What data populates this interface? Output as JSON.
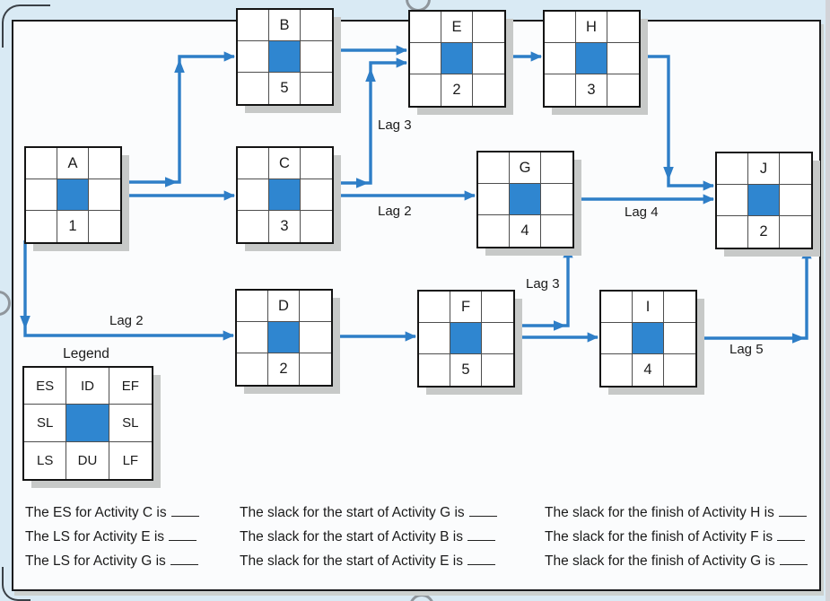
{
  "colors": {
    "page_bg": "#d9eaf4",
    "panel_bg": "#fbfcfd",
    "panel_border": "#1a1b1d",
    "node_center_blue": "#2f86d0",
    "arrow_blue": "#2e7ec7",
    "shadow_gray": "#c7c9c8"
  },
  "legend": {
    "title": "Legend",
    "cells": [
      "ES",
      "ID",
      "EF",
      "SL",
      "",
      "SL",
      "LS",
      "DU",
      "LF"
    ]
  },
  "nodes": [
    {
      "id": "A",
      "du": "1"
    },
    {
      "id": "B",
      "du": "5"
    },
    {
      "id": "C",
      "du": "3"
    },
    {
      "id": "D",
      "du": "2"
    },
    {
      "id": "E",
      "du": "2"
    },
    {
      "id": "F",
      "du": "5"
    },
    {
      "id": "G",
      "du": "4"
    },
    {
      "id": "H",
      "du": "3"
    },
    {
      "id": "I",
      "du": "4"
    },
    {
      "id": "J",
      "du": "2"
    }
  ],
  "edges": [
    {
      "from": "A",
      "to": "B",
      "lag": ""
    },
    {
      "from": "A",
      "to": "C",
      "lag": ""
    },
    {
      "from": "A",
      "to": "D",
      "lag": "Lag 2"
    },
    {
      "from": "B",
      "to": "E",
      "lag": ""
    },
    {
      "from": "C",
      "to": "E",
      "lag": "Lag 3"
    },
    {
      "from": "C",
      "to": "G",
      "lag": "Lag 2"
    },
    {
      "from": "D",
      "to": "F",
      "lag": ""
    },
    {
      "from": "E",
      "to": "H",
      "lag": ""
    },
    {
      "from": "F",
      "to": "G",
      "lag": "Lag 3"
    },
    {
      "from": "F",
      "to": "I",
      "lag": ""
    },
    {
      "from": "G",
      "to": "J",
      "lag": "Lag 4"
    },
    {
      "from": "H",
      "to": "J",
      "lag": ""
    },
    {
      "from": "I",
      "to": "J",
      "lag": "Lag 5"
    }
  ],
  "lag_labels": [
    "Lag 3",
    "Lag 2",
    "Lag 4",
    "Lag 2",
    "Lag 3",
    "Lag 5"
  ],
  "questions": {
    "left": [
      "The ES for Activity C is",
      "The LS for Activity E is",
      "The LS for Activity G is"
    ],
    "middle": [
      "The slack for the start of Activity G is",
      "The slack for the start of Activity B is",
      "The slack for the start of Activity E is"
    ],
    "right": [
      "The slack for the finish of Activity H is",
      "The slack for the finish of Activity F is",
      "The slack for the finish of Activity G is"
    ]
  }
}
